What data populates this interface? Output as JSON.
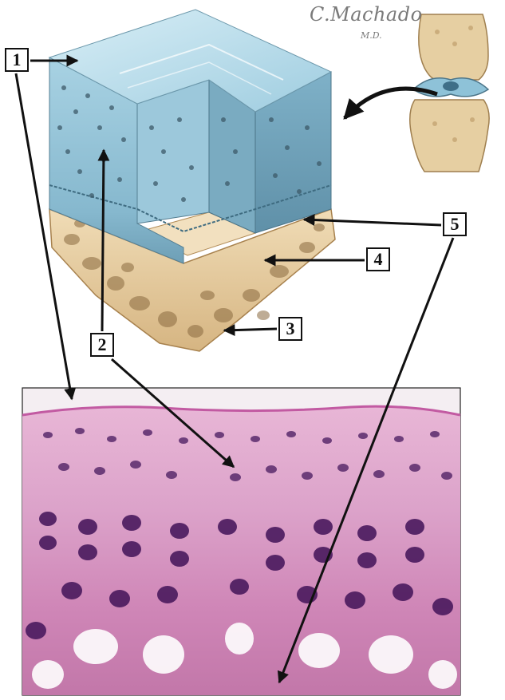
{
  "signature": {
    "name": "C.Machado",
    "suffix": "M.D."
  },
  "callouts": [
    {
      "id": "1",
      "label": "1"
    },
    {
      "id": "2",
      "label": "2"
    },
    {
      "id": "3",
      "label": "3"
    },
    {
      "id": "4",
      "label": "4"
    },
    {
      "id": "5",
      "label": "5"
    }
  ],
  "colors": {
    "cartilage_top": "#bfe0ee",
    "cartilage_body": "#8fc0d6",
    "bone": "#e8cfa4",
    "bone_shadow": "#b8935e",
    "histology_matrix": "#d98fbf",
    "histology_nuclei": "#4a1a5e",
    "arrow": "#111111"
  },
  "icons": [
    "knee-joint-illustration",
    "curved-arrow-icon",
    "pointer-arrow-icon"
  ]
}
